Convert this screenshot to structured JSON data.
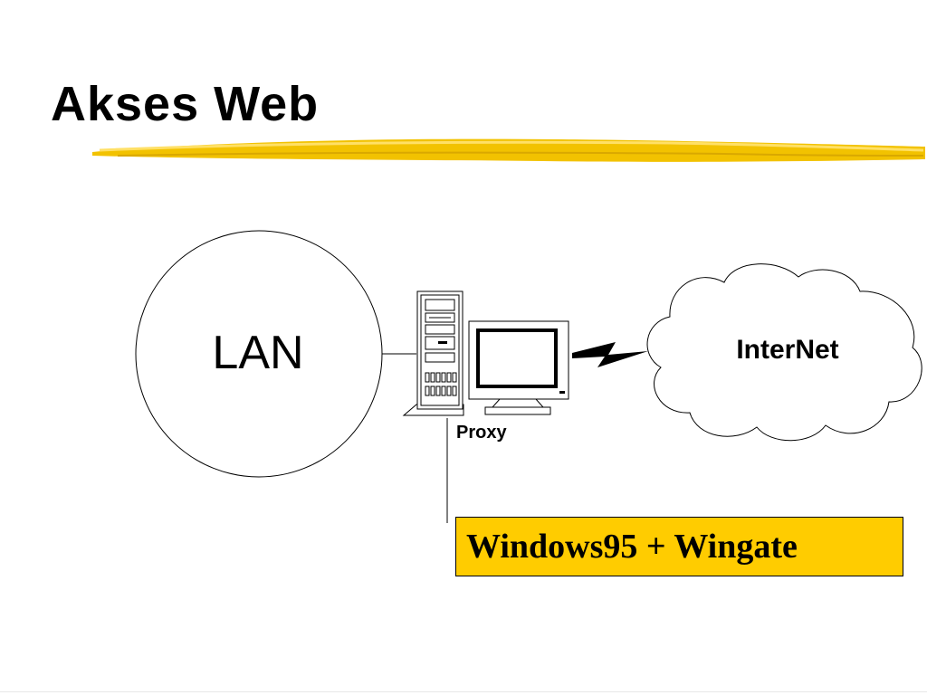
{
  "slide": {
    "title": "Akses Web"
  },
  "diagram": {
    "lan_label": "LAN",
    "internet_label": "InterNet",
    "proxy_label": "Proxy",
    "software_label": "Windows95 + Wingate"
  },
  "colors": {
    "accent_yellow": "#ffcc00",
    "brush_yellow": "#f2c200",
    "line": "#000000"
  }
}
